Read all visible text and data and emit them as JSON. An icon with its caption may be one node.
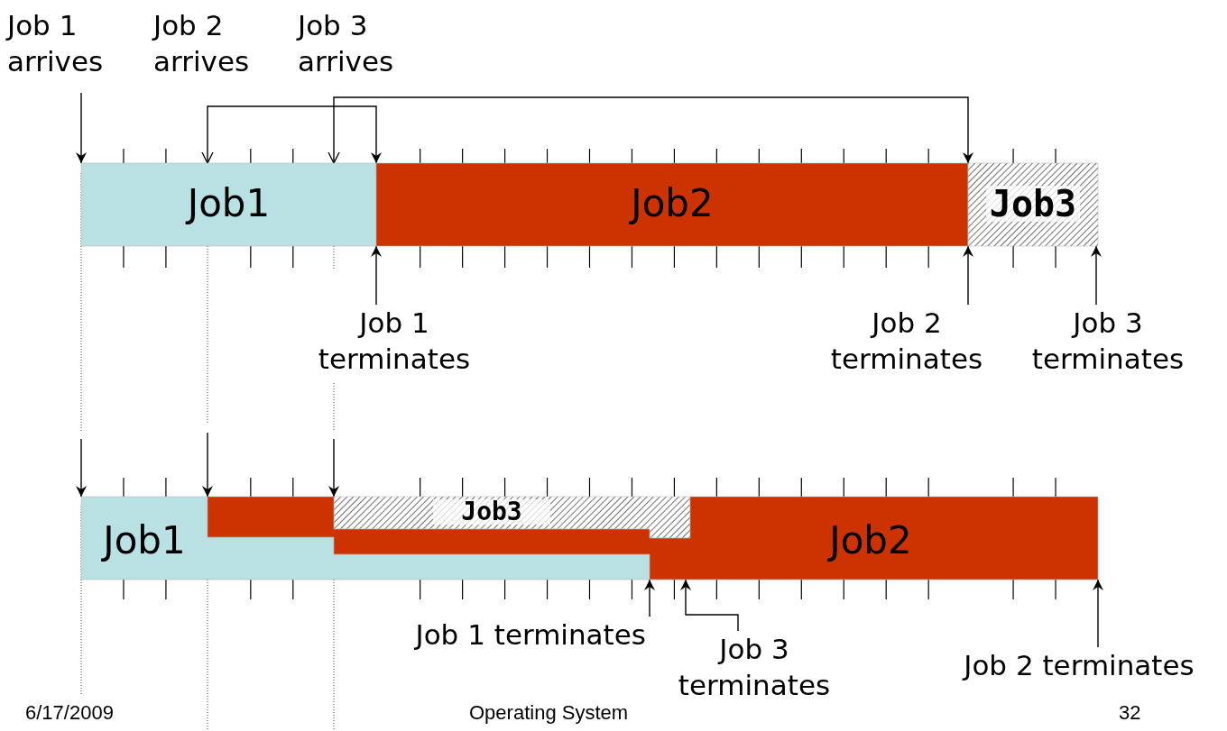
{
  "diagram": {
    "nodes": [
      {
        "text": [
          "Job 1 arrives"
        ]
      },
      {
        "text": [
          "Job 2 arrives"
        ]
      },
      {
        "text": [
          "Job 3 arrives"
        ]
      },
      {
        "text": [
          "Job1"
        ]
      },
      {
        "text": [
          "Job2"
        ]
      },
      {
        "text": [
          "Job3"
        ]
      },
      {
        "text": [
          "Job 1 terminates"
        ]
      },
      {
        "text": [
          "Job 2 terminates"
        ]
      },
      {
        "text": [
          "Job 3 terminates"
        ]
      },
      {
        "text": [
          "Job1"
        ]
      },
      {
        "text": [
          "Job3"
        ]
      },
      {
        "text": [
          "Job2"
        ]
      },
      {
        "text": [
          "Job 1 terminates"
        ]
      },
      {
        "text": [
          "Job 3 terminates"
        ]
      },
      {
        "text": [
          "Job 2 terminates"
        ]
      }
    ],
    "edges": [
      {
        "from": 0,
        "to": 3,
        "arrow": "to"
      },
      {
        "from": 3,
        "to": 4,
        "arrow": "both"
      },
      {
        "from": 3,
        "to": 5,
        "arrow": "both"
      },
      {
        "from": 6,
        "to": 3,
        "arrow": "to"
      },
      {
        "from": 7,
        "to": 4,
        "arrow": "to"
      },
      {
        "from": 8,
        "to": 5,
        "arrow": "to"
      },
      {
        "from": null,
        "to": 9,
        "arrow": "to"
      },
      {
        "from": null,
        "to": 11,
        "arrow": "to"
      },
      {
        "from": null,
        "to": 10,
        "arrow": "to"
      },
      {
        "from": 12,
        "to": 9,
        "arrow": "to"
      },
      {
        "from": 13,
        "to": 11,
        "arrow": "to"
      },
      {
        "from": 14,
        "to": 11,
        "arrow": "to"
      }
    ],
    "labels": [
      "6/17/2009",
      "Operating System",
      "32"
    ]
  }
}
